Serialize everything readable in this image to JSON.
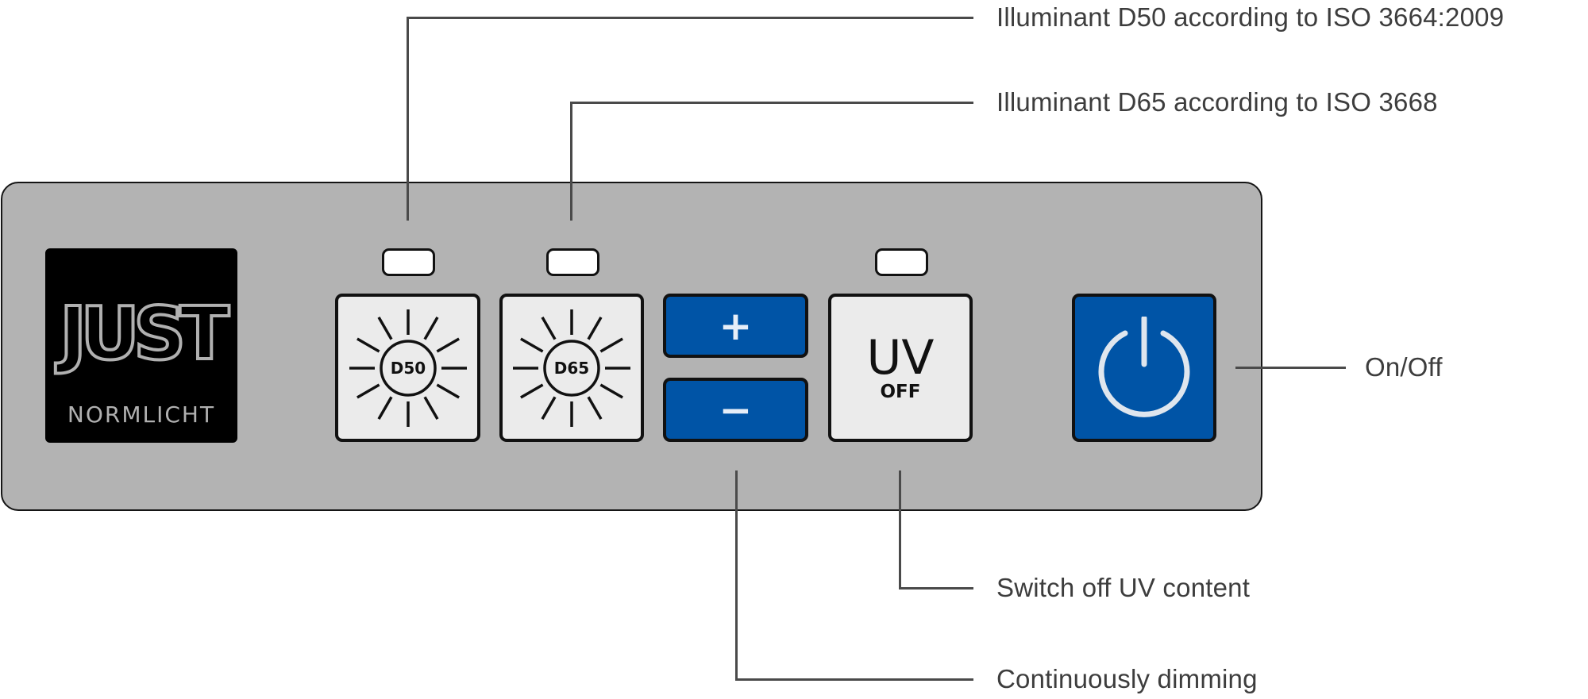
{
  "panel": {
    "logo": {
      "brand": "JUST",
      "subbrand": "NORMLICHT"
    },
    "buttons": {
      "d50": {
        "label": "D50",
        "icon": "sun-icon"
      },
      "d65": {
        "label": "D65",
        "icon": "sun-icon"
      },
      "plus": {
        "label": "+"
      },
      "minus": {
        "label": "−"
      },
      "uv": {
        "label": "UV",
        "sublabel": "OFF"
      },
      "power": {
        "icon": "power-icon"
      }
    },
    "colors": {
      "panel": "#b3b3b3",
      "button_blue": "#0054a6",
      "button_light": "#ebebeb",
      "led": "#ffffff"
    }
  },
  "callouts": {
    "d50": "Illuminant D50 according to ISO 3664:2009",
    "d65": "Illuminant D65 according to ISO 3668",
    "power": "On/Off",
    "uv": "Switch off UV content",
    "dimming": "Continuously dimming"
  }
}
